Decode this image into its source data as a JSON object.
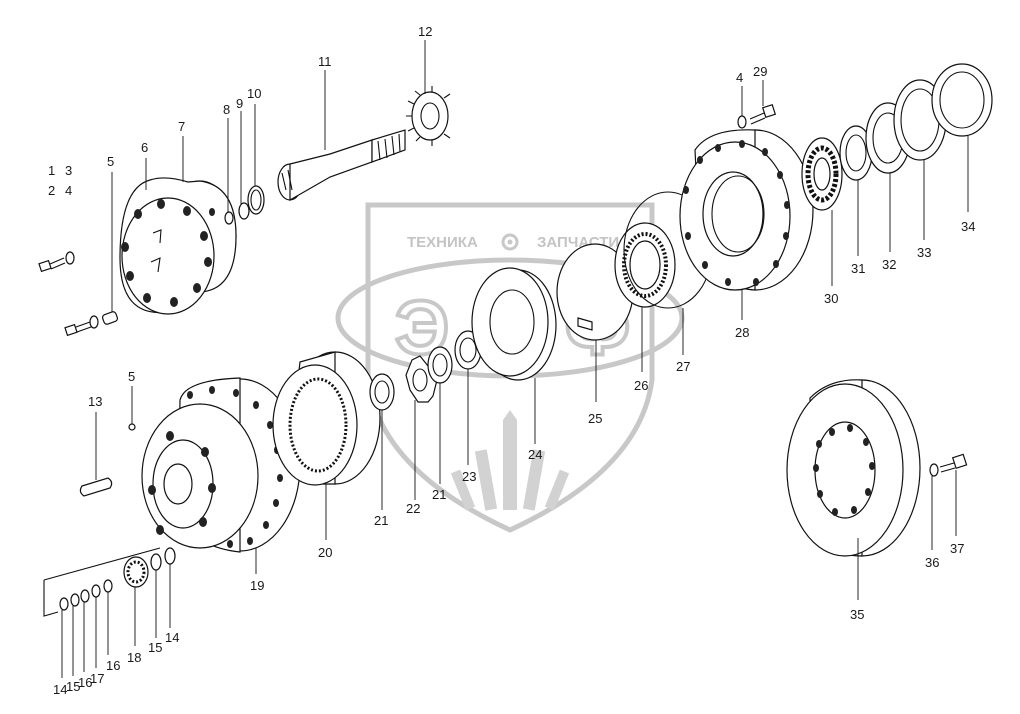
{
  "watermark": {
    "left_text": "ТЕХНИКА",
    "right_text": "ЗАПЧАСТИ",
    "letters": [
      "Э",
      "Л",
      "Ф"
    ]
  },
  "callouts": [
    {
      "id": "c1",
      "text": "1"
    },
    {
      "id": "c2",
      "text": "2"
    },
    {
      "id": "c3",
      "text": "3"
    },
    {
      "id": "c4",
      "text": "4"
    },
    {
      "id": "c5a",
      "text": "5"
    },
    {
      "id": "c6",
      "text": "6"
    },
    {
      "id": "c7",
      "text": "7"
    },
    {
      "id": "c8",
      "text": "8"
    },
    {
      "id": "c9",
      "text": "9"
    },
    {
      "id": "c10",
      "text": "10"
    },
    {
      "id": "c11",
      "text": "11"
    },
    {
      "id": "c12",
      "text": "12"
    },
    {
      "id": "c5b",
      "text": "5"
    },
    {
      "id": "c13",
      "text": "13"
    },
    {
      "id": "c19",
      "text": "19"
    },
    {
      "id": "c20",
      "text": "20"
    },
    {
      "id": "c21a",
      "text": "21"
    },
    {
      "id": "c22",
      "text": "22"
    },
    {
      "id": "c21b",
      "text": "21"
    },
    {
      "id": "c23",
      "text": "23"
    },
    {
      "id": "c24",
      "text": "24"
    },
    {
      "id": "c25",
      "text": "25"
    },
    {
      "id": "c26",
      "text": "26"
    },
    {
      "id": "c27",
      "text": "27"
    },
    {
      "id": "c28",
      "text": "28"
    },
    {
      "id": "c4b",
      "text": "4"
    },
    {
      "id": "c29",
      "text": "29"
    },
    {
      "id": "c30",
      "text": "30"
    },
    {
      "id": "c31",
      "text": "31"
    },
    {
      "id": "c32",
      "text": "32"
    },
    {
      "id": "c33",
      "text": "33"
    },
    {
      "id": "c34",
      "text": "34"
    },
    {
      "id": "c35",
      "text": "35"
    },
    {
      "id": "c36",
      "text": "36"
    },
    {
      "id": "c37",
      "text": "37"
    },
    {
      "id": "c14a",
      "text": "14"
    },
    {
      "id": "c15a",
      "text": "15"
    },
    {
      "id": "c16a",
      "text": "16"
    },
    {
      "id": "c17",
      "text": "17"
    },
    {
      "id": "c16b",
      "text": "16"
    },
    {
      "id": "c18",
      "text": "18"
    },
    {
      "id": "c15b",
      "text": "15"
    },
    {
      "id": "c14b",
      "text": "14"
    }
  ]
}
